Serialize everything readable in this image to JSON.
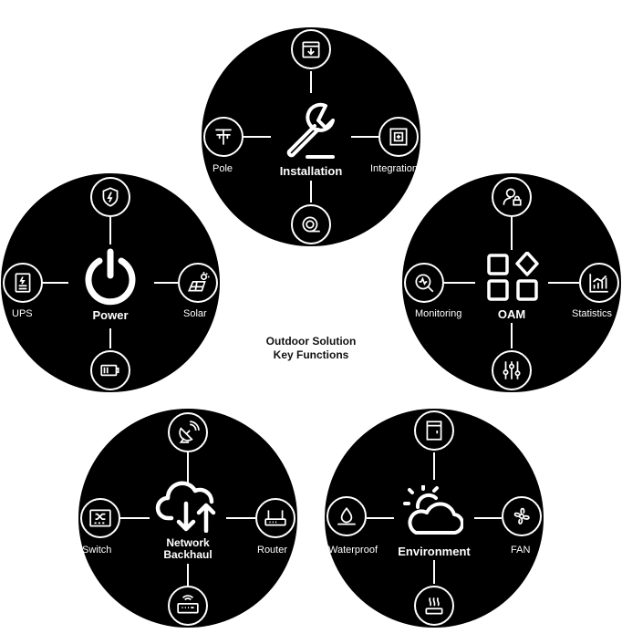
{
  "center": {
    "line1": "Outdoor Solution",
    "line2": "Key Functions"
  },
  "installation": {
    "title": "Installation",
    "left": "Pole",
    "right": "Integration"
  },
  "power": {
    "title": "Power",
    "left": "UPS",
    "right": "Solar"
  },
  "oam": {
    "title": "OAM",
    "left": "Monitoring",
    "right": "Statistics"
  },
  "network": {
    "title_line1": "Network",
    "title_line2": "Backhaul",
    "left": "Switch",
    "right": "Router"
  },
  "environment": {
    "title": "Environment",
    "left": "Waterproof",
    "right": "FAN"
  },
  "icons": {
    "installation": [
      "wrench-icon",
      "download-box-icon",
      "pole-icon",
      "integration-icon",
      "cable-reel-icon"
    ],
    "power": [
      "power-icon",
      "lightning-shield-icon",
      "ups-icon",
      "solar-panel-icon",
      "battery-icon"
    ],
    "oam": [
      "apps-grid-icon",
      "user-lock-icon",
      "monitoring-icon",
      "statistics-icon",
      "sliders-icon"
    ],
    "network": [
      "cloud-transfer-icon",
      "satellite-dish-icon",
      "switch-icon",
      "router-icon",
      "modem-icon"
    ],
    "environment": [
      "sun-cloud-icon",
      "cabinet-icon",
      "waterproof-icon",
      "fan-icon",
      "heater-icon"
    ]
  },
  "colors": {
    "circle": "#000000",
    "foreground": "#ffffff",
    "text": "#111111"
  }
}
